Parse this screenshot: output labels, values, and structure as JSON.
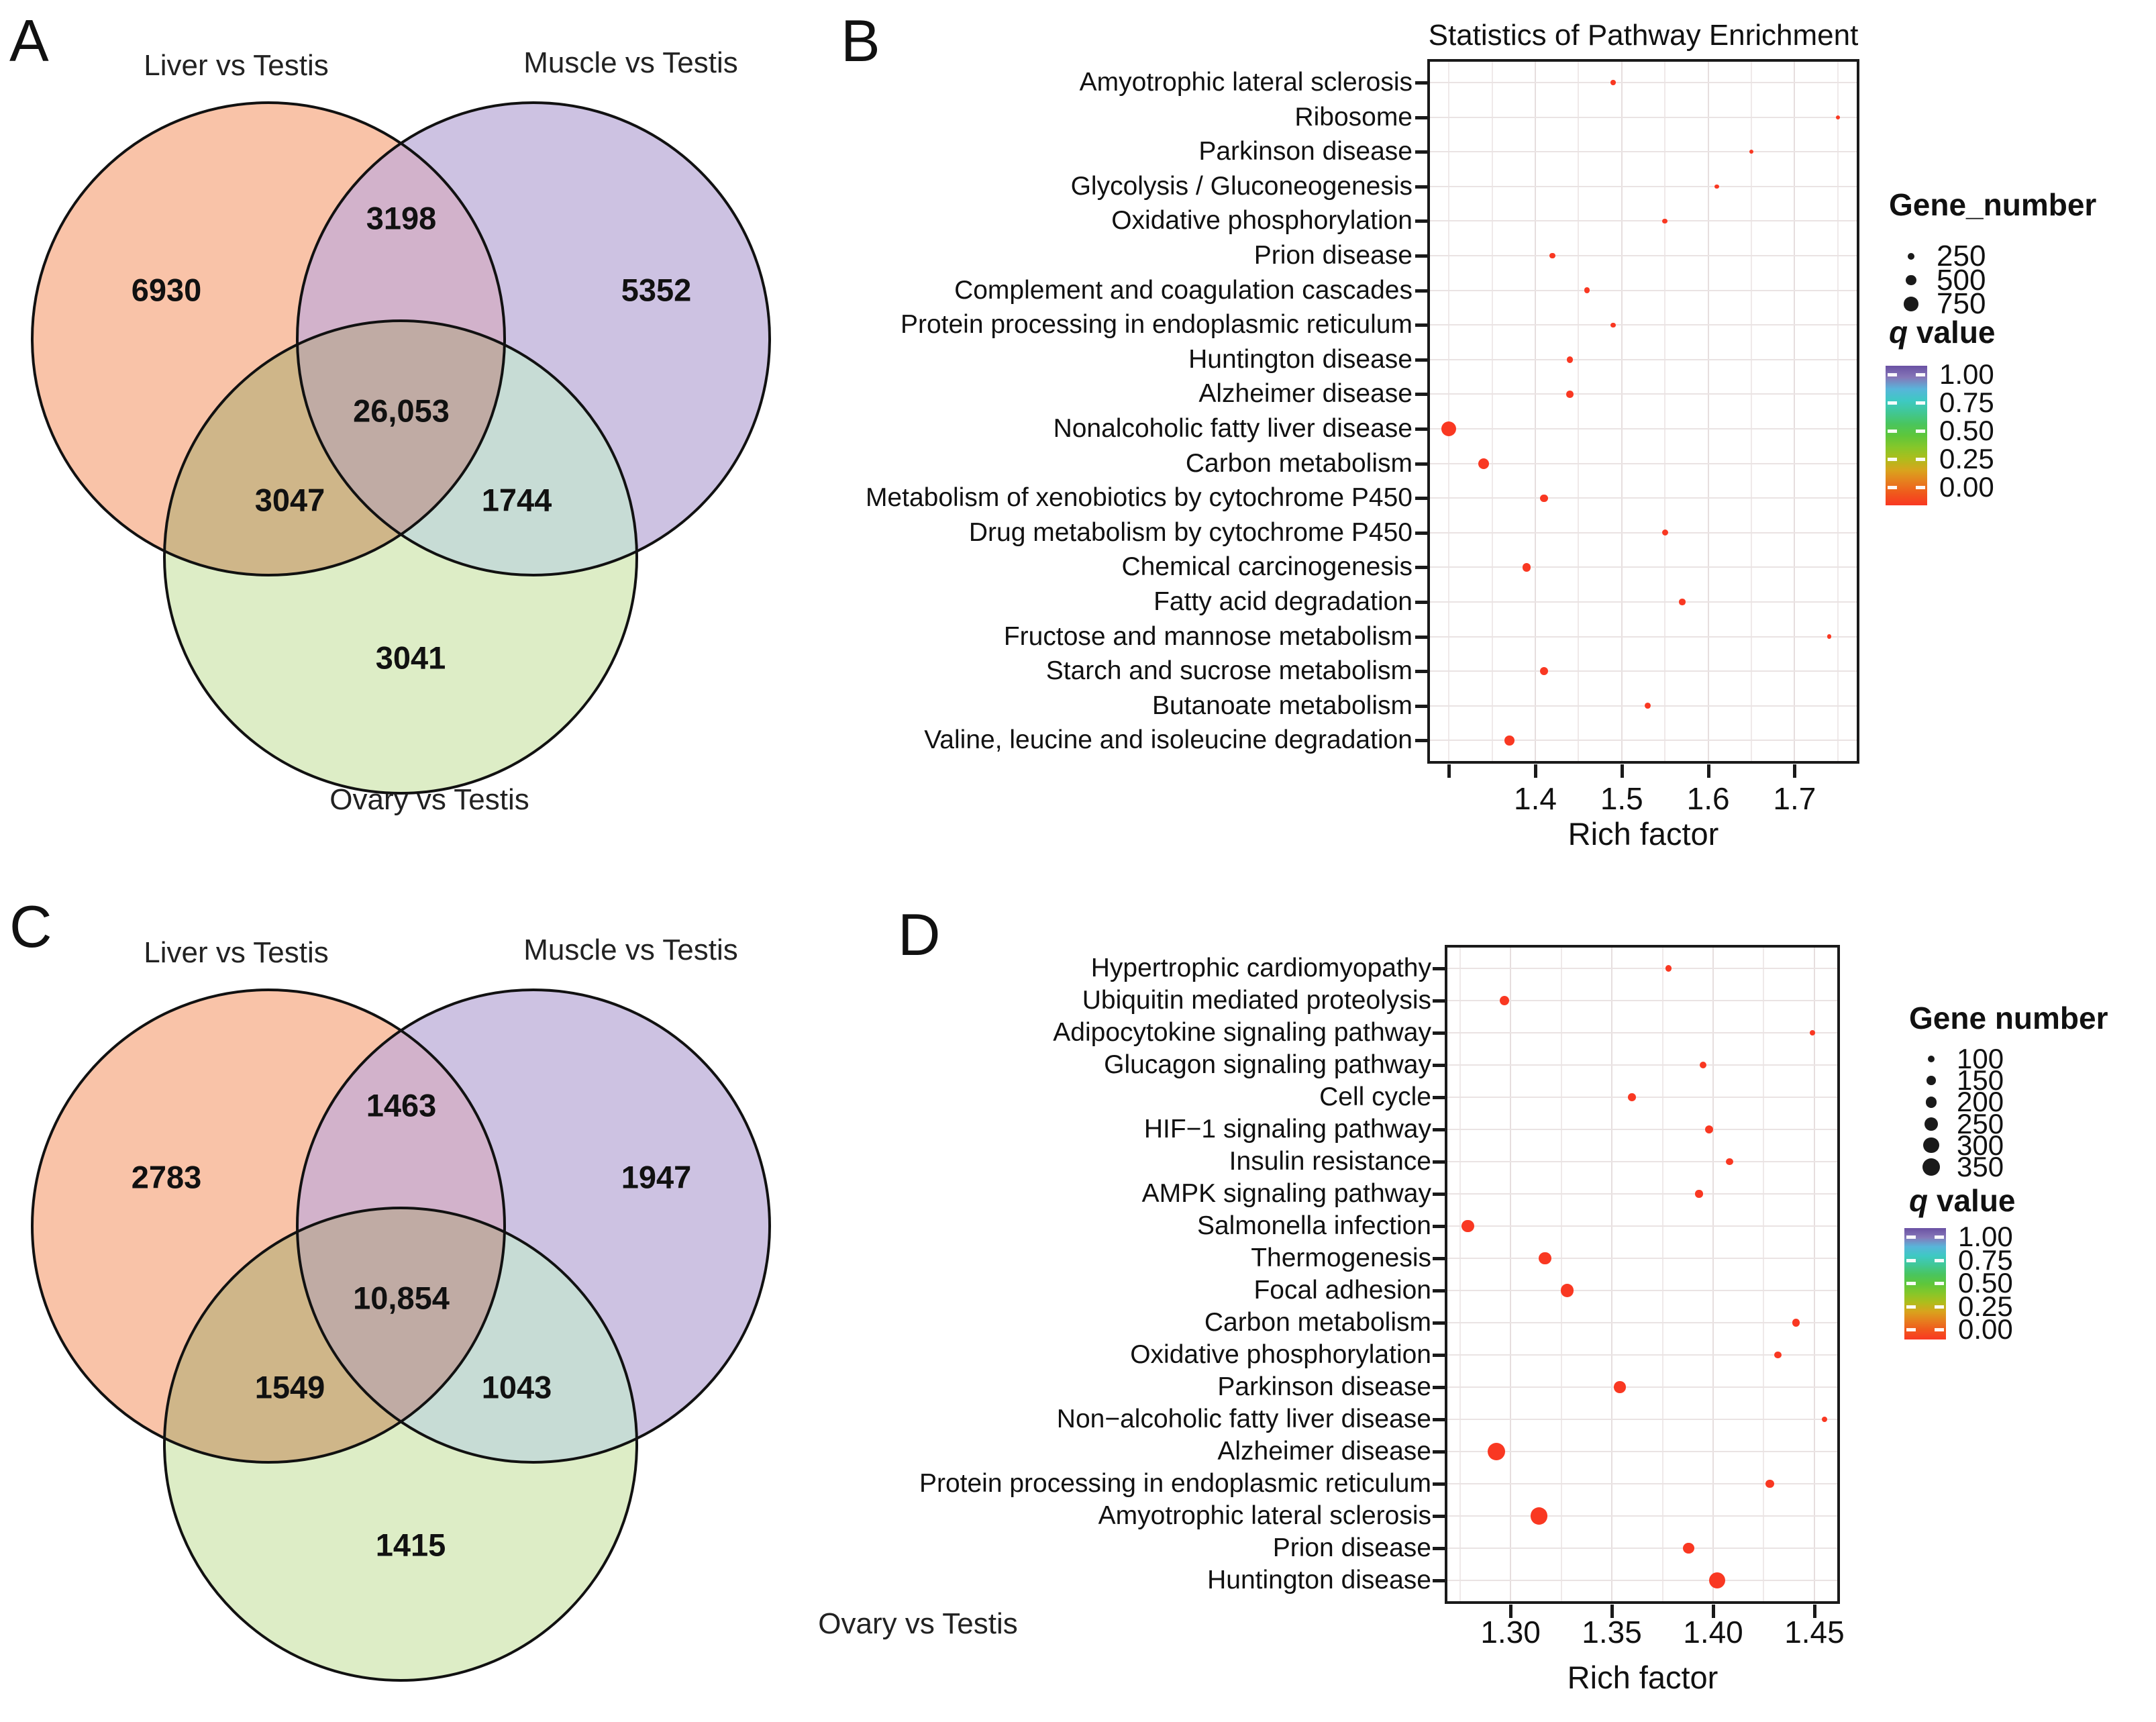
{
  "colors": {
    "dot_red": "#f93822",
    "black": "#1a1a1a",
    "q_gradient": [
      "#6a51a3",
      "#8577b8",
      "#58b5da",
      "#3ec9c3",
      "#41c795",
      "#49c55e",
      "#5ec63b",
      "#85c72a",
      "#aebd1c",
      "#d9a31d",
      "#e77d1e",
      "#f0571c",
      "#f93822"
    ],
    "venn": {
      "liver": "#f9c3a8",
      "muscle": "#cdc2e2",
      "ovary": "#ddedc6",
      "liver_muscle": "#d2b2cb",
      "liver_ovary": "#cfb689",
      "muscle_ovary": "#c7dcd5",
      "center": "#c0aba4"
    }
  },
  "panels": {
    "A": {
      "letter": "A",
      "venn": {
        "set_labels": [
          "Liver vs Testis",
          "Muscle vs Testis",
          "Ovary vs Testis"
        ],
        "regions": {
          "liver_only": "6930",
          "liver_muscle": "3198",
          "muscle_only": "5352",
          "center": "26,053",
          "liver_ovary": "3047",
          "muscle_ovary": "1744",
          "ovary_only": "3041"
        }
      }
    },
    "B": {
      "letter": "B",
      "title": "Statistics of Pathway Enrichment",
      "xlabel": "Rich factor",
      "legend": {
        "size_title": "Gene_number",
        "sizes": [
          "250",
          "500",
          "750"
        ],
        "size_values": [
          250,
          500,
          750
        ],
        "q_italic": "q",
        "q_rest": " value",
        "q_ticks": [
          "1.00",
          "0.75",
          "0.50",
          "0.25",
          "0.00"
        ]
      }
    },
    "C": {
      "letter": "C",
      "venn": {
        "set_labels": [
          "Liver vs Testis",
          "Muscle vs Testis",
          "Ovary vs Testis"
        ],
        "regions": {
          "liver_only": "2783",
          "liver_muscle": "1463",
          "muscle_only": "1947",
          "center": "10,854",
          "liver_ovary": "1549",
          "muscle_ovary": "1043",
          "ovary_only": "1415"
        }
      }
    },
    "D": {
      "letter": "D",
      "title": "",
      "xlabel": "Rich factor",
      "legend": {
        "size_title": "Gene number",
        "sizes": [
          "100",
          "150",
          "200",
          "250",
          "300",
          "350"
        ],
        "size_values": [
          100,
          150,
          200,
          250,
          300,
          350
        ],
        "q_italic": "q",
        "q_rest": " value",
        "q_ticks": [
          "1.00",
          "0.75",
          "0.50",
          "0.25",
          "0.00"
        ]
      }
    }
  },
  "chart_data": [
    {
      "panel": "B",
      "type": "scatter",
      "title": "Statistics of Pathway Enrichment",
      "xlabel": "Rich factor",
      "ylabel": "",
      "xlim": [
        1.275,
        1.775
      ],
      "x_ticks": [
        1.4,
        1.5,
        1.6,
        1.7
      ],
      "x_tick_labels": [
        "1.4",
        "1.5",
        "1.6",
        "1.7"
      ],
      "x_minor_gridlines": [
        1.3,
        1.35,
        1.45,
        1.55,
        1.65,
        1.75
      ],
      "grid": true,
      "legend_position": "right",
      "points": [
        {
          "pathway": "Amyotrophic lateral sclerosis",
          "rich_factor": 1.49,
          "gene_number": 150,
          "q": 0
        },
        {
          "pathway": "Ribosome",
          "rich_factor": 1.75,
          "gene_number": 90,
          "q": 0
        },
        {
          "pathway": "Parkinson disease",
          "rich_factor": 1.65,
          "gene_number": 110,
          "q": 0
        },
        {
          "pathway": "Glycolysis / Gluconeogenesis",
          "rich_factor": 1.61,
          "gene_number": 100,
          "q": 0
        },
        {
          "pathway": "Oxidative phosphorylation",
          "rich_factor": 1.55,
          "gene_number": 150,
          "q": 0
        },
        {
          "pathway": "Prion disease",
          "rich_factor": 1.42,
          "gene_number": 210,
          "q": 0
        },
        {
          "pathway": "Complement and coagulation cascades",
          "rich_factor": 1.46,
          "gene_number": 190,
          "q": 0
        },
        {
          "pathway": "Protein processing in endoplasmic reticulum",
          "rich_factor": 1.49,
          "gene_number": 140,
          "q": 0
        },
        {
          "pathway": "Huntington disease",
          "rich_factor": 1.44,
          "gene_number": 240,
          "q": 0
        },
        {
          "pathway": "Alzheimer disease",
          "rich_factor": 1.44,
          "gene_number": 280,
          "q": 0
        },
        {
          "pathway": "Nonalcoholic fatty liver disease",
          "rich_factor": 1.3,
          "gene_number": 780,
          "q": 0
        },
        {
          "pathway": "Carbon metabolism",
          "rich_factor": 1.34,
          "gene_number": 520,
          "q": 0
        },
        {
          "pathway": "Metabolism of xenobiotics by cytochrome P450",
          "rich_factor": 1.41,
          "gene_number": 310,
          "q": 0
        },
        {
          "pathway": "Drug metabolism by cytochrome P450",
          "rich_factor": 1.55,
          "gene_number": 230,
          "q": 0
        },
        {
          "pathway": "Chemical carcinogenesis",
          "rich_factor": 1.39,
          "gene_number": 360,
          "q": 0
        },
        {
          "pathway": "Fatty acid degradation",
          "rich_factor": 1.57,
          "gene_number": 220,
          "q": 0
        },
        {
          "pathway": "Fructose and mannose metabolism",
          "rich_factor": 1.74,
          "gene_number": 100,
          "q": 0
        },
        {
          "pathway": "Starch and sucrose metabolism",
          "rich_factor": 1.41,
          "gene_number": 340,
          "q": 0
        },
        {
          "pathway": "Butanoate metabolism",
          "rich_factor": 1.53,
          "gene_number": 210,
          "q": 0
        },
        {
          "pathway": "Valine, leucine and isoleucine degradation",
          "rich_factor": 1.37,
          "gene_number": 460,
          "q": 0
        }
      ]
    },
    {
      "panel": "D",
      "type": "scatter",
      "title": "",
      "xlabel": "Rich factor",
      "ylabel": "",
      "xlim": [
        1.2675,
        1.4626
      ],
      "x_ticks": [
        1.3,
        1.35,
        1.4,
        1.45
      ],
      "x_tick_labels": [
        "1.30",
        "1.35",
        "1.40",
        "1.45"
      ],
      "x_minor_gridlines": [
        1.275,
        1.325,
        1.375,
        1.425
      ],
      "grid": true,
      "legend_position": "right",
      "points": [
        {
          "pathway": "Hypertrophic cardiomyopathy",
          "rich_factor": 1.378,
          "gene_number": 80,
          "q": 0
        },
        {
          "pathway": "Ubiquitin mediated proteolysis",
          "rich_factor": 1.297,
          "gene_number": 160,
          "q": 0
        },
        {
          "pathway": "Adipocytokine signaling pathway",
          "rich_factor": 1.449,
          "gene_number": 60,
          "q": 0
        },
        {
          "pathway": "Glucagon signaling pathway",
          "rich_factor": 1.395,
          "gene_number": 95,
          "q": 0
        },
        {
          "pathway": "Cell cycle",
          "rich_factor": 1.36,
          "gene_number": 120,
          "q": 0
        },
        {
          "pathway": "HIF−1 signaling pathway",
          "rich_factor": 1.398,
          "gene_number": 125,
          "q": 0
        },
        {
          "pathway": "Insulin resistance",
          "rich_factor": 1.408,
          "gene_number": 105,
          "q": 0
        },
        {
          "pathway": "AMPK signaling pathway",
          "rich_factor": 1.393,
          "gene_number": 115,
          "q": 0
        },
        {
          "pathway": "Salmonella infection",
          "rich_factor": 1.279,
          "gene_number": 230,
          "q": 0
        },
        {
          "pathway": "Thermogenesis",
          "rich_factor": 1.317,
          "gene_number": 225,
          "q": 0
        },
        {
          "pathway": "Focal adhesion",
          "rich_factor": 1.328,
          "gene_number": 240,
          "q": 0
        },
        {
          "pathway": "Carbon metabolism",
          "rich_factor": 1.441,
          "gene_number": 110,
          "q": 0
        },
        {
          "pathway": "Oxidative phosphorylation",
          "rich_factor": 1.432,
          "gene_number": 100,
          "q": 0
        },
        {
          "pathway": "Parkinson disease",
          "rich_factor": 1.354,
          "gene_number": 210,
          "q": 0
        },
        {
          "pathway": "Non−alcoholic fatty liver disease",
          "rich_factor": 1.455,
          "gene_number": 70,
          "q": 0
        },
        {
          "pathway": "Alzheimer disease",
          "rich_factor": 1.293,
          "gene_number": 350,
          "q": 0
        },
        {
          "pathway": "Protein processing in endoplasmic reticulum",
          "rich_factor": 1.428,
          "gene_number": 135,
          "q": 0
        },
        {
          "pathway": "Amyotrophic lateral sclerosis",
          "rich_factor": 1.314,
          "gene_number": 340,
          "q": 0
        },
        {
          "pathway": "Prion disease",
          "rich_factor": 1.388,
          "gene_number": 200,
          "q": 0
        },
        {
          "pathway": "Huntington disease",
          "rich_factor": 1.402,
          "gene_number": 320,
          "q": 0
        }
      ]
    }
  ]
}
